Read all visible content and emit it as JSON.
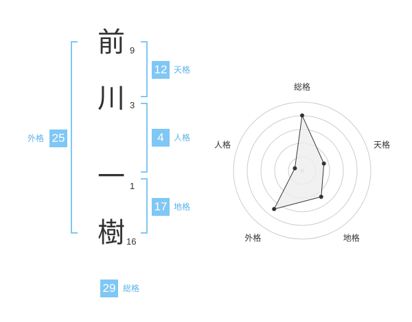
{
  "characters": [
    {
      "char": "前",
      "strokes": "9"
    },
    {
      "char": "川",
      "strokes": "3"
    },
    {
      "char": "一",
      "strokes": "1"
    },
    {
      "char": "樹",
      "strokes": "16"
    }
  ],
  "kaku": {
    "ten": {
      "value": "12",
      "label": "天格"
    },
    "jin": {
      "value": "4",
      "label": "人格"
    },
    "chi": {
      "value": "17",
      "label": "地格"
    },
    "gai": {
      "value": "25",
      "label": "外格"
    },
    "sou": {
      "value": "29",
      "label": "総格"
    }
  },
  "chart_data": {
    "type": "radar",
    "axes": [
      "総格",
      "天格",
      "地格",
      "外格",
      "人格"
    ],
    "values": [
      29,
      12,
      17,
      25,
      4
    ],
    "rmax": 36,
    "rings": 5,
    "grid": true,
    "colors": {
      "fill": "#eeeeee",
      "stroke": "#333333",
      "grid": "#cccccc"
    }
  }
}
